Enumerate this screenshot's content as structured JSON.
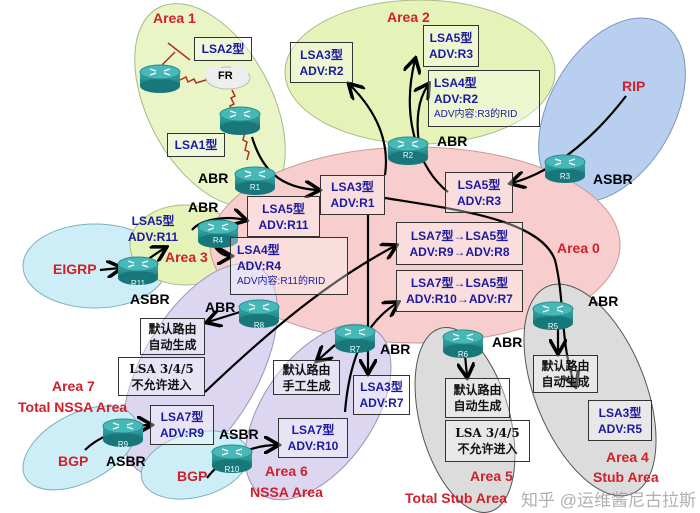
{
  "areas": {
    "area1": "Area 1",
    "area2": "Area 2",
    "area0": "Area 0",
    "area3": "Area 3",
    "area4": "Area 4",
    "area4_type": "Stub Area",
    "area5": "Area 5",
    "area5_type": "Total Stub Area",
    "area6": "Area 6",
    "area6_type": "NSSA Area",
    "area7": "Area 7",
    "area7_type": "Total NSSA Area"
  },
  "protocols": {
    "rip": "RIP",
    "eigrp": "EIGRP",
    "bgp1": "BGP",
    "bgp2": "BGP",
    "fr": "FR"
  },
  "routers": {
    "r1": "R1",
    "r2": "R2",
    "r3": "R3",
    "r4": "R4",
    "r5": "R5",
    "r6": "R6",
    "r7": "R7",
    "r8": "R8",
    "r9": "R9",
    "r10": "R10",
    "r11": "R11"
  },
  "roles": {
    "r1": "ABR",
    "r2": "ABR",
    "r3": "ASBR",
    "r4": "ABR",
    "r11": "ASBR",
    "r8": "ABR",
    "r7": "ABR",
    "r6": "ABR",
    "r5": "ABR",
    "r9": "ASBR",
    "r10": "ASBR"
  },
  "boxes": {
    "lsa2": [
      "LSA2型"
    ],
    "lsa1": [
      "LSA1型"
    ],
    "a2_lsa3": [
      "LSA3型",
      "ADV:R2"
    ],
    "a2_lsa5": [
      "LSA5型",
      "ADV:R3"
    ],
    "a2_lsa4": [
      "LSA4型",
      "ADV:R2",
      "ADV内容:R3的RID"
    ],
    "a0_lsa3": [
      "LSA3型",
      "ADV:R1"
    ],
    "a0_lsa5_r11": [
      "LSA5型",
      "ADV:R11"
    ],
    "a0_lsa5_r3": [
      "LSA5型",
      "ADV:R3"
    ],
    "a0_lsa4": [
      "LSA4型",
      "ADV:R4",
      "ADV内容:R11的RID"
    ],
    "a0_lsa7to5_r9": [
      "LSA7型→LSA5型",
      "ADV:R9→ADV:R8"
    ],
    "a0_lsa7to5_r10": [
      "LSA7型→LSA5型",
      "ADV:R10→ADV:R7"
    ],
    "a3_lsa5": [
      "LSA5型",
      "ADV:R11"
    ],
    "a7_default": [
      "默认路由",
      "自动生成"
    ],
    "a7_block": [
      "LSA 3/4/5",
      "不允许进入"
    ],
    "a7_lsa7": [
      "LSA7型",
      "ADV:R9"
    ],
    "a6_default": [
      "默认路由",
      "手工生成"
    ],
    "a6_lsa7": [
      "LSA7型",
      "ADV:R10"
    ],
    "a6_lsa3": [
      "LSA3型",
      "ADV:R7"
    ],
    "a5_default": [
      "默认路由",
      "自动生成"
    ],
    "a5_block": [
      "LSA 3/4/5",
      "不允许进入"
    ],
    "a4_default": [
      "默认路由",
      "自动生成"
    ],
    "a4_lsa3": [
      "LSA3型",
      "ADV:R5"
    ]
  },
  "watermark": "知乎 @运维酱尼古拉斯",
  "colors": {
    "area_label": "#d0202a",
    "lsa_text": "#1a1aa0",
    "router": "#1f8f90"
  }
}
